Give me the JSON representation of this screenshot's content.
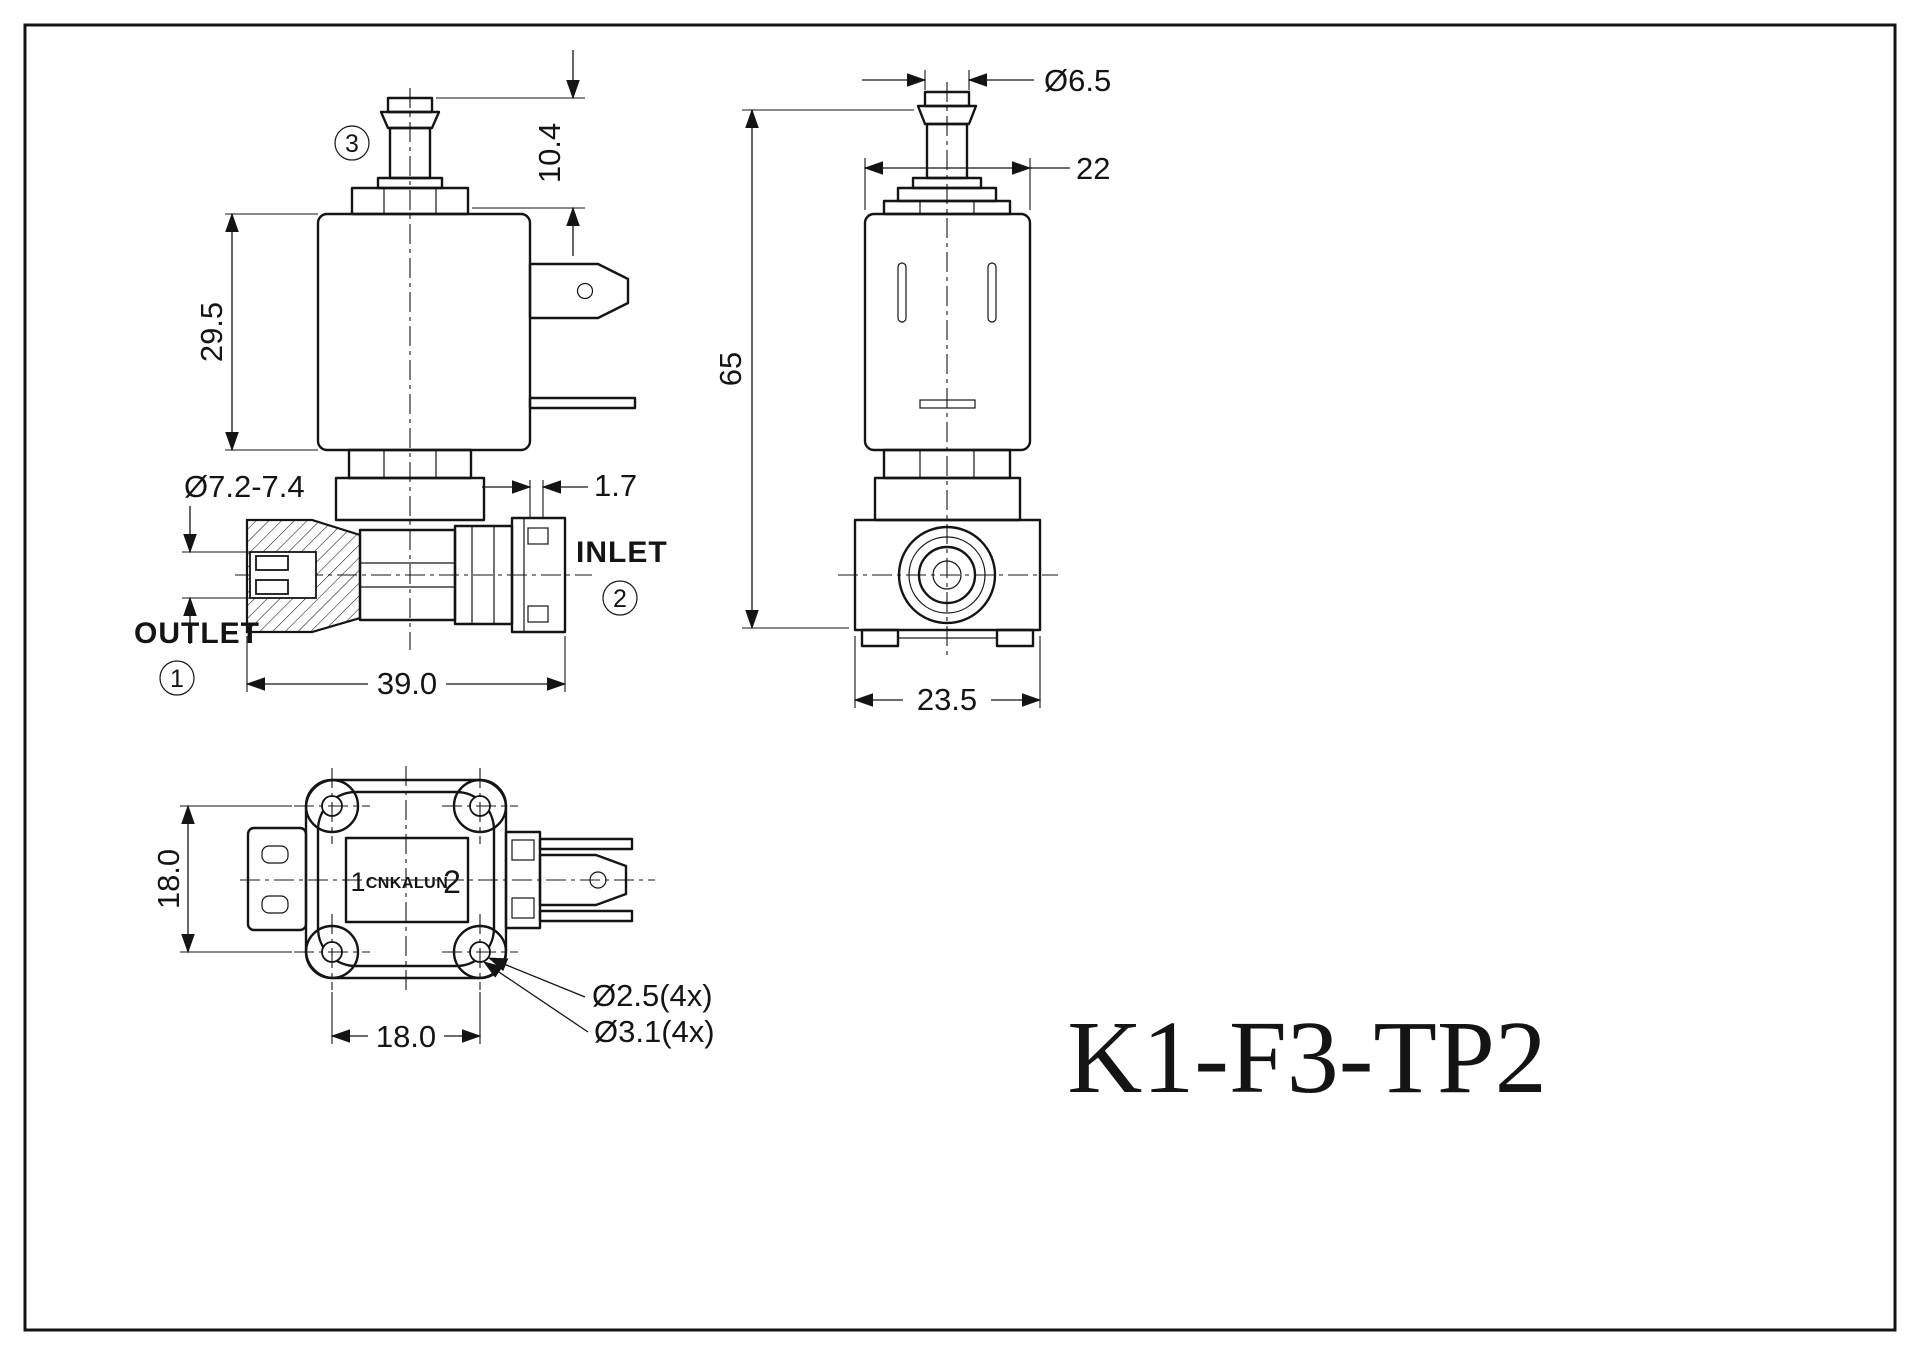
{
  "title": "K1-F3-TP2",
  "front_view": {
    "dim_coil_height": "29.5",
    "dim_barb_length": "10.4",
    "dim_outlet_bore": "Ø7.2-7.4",
    "dim_inlet_lip": "1.7",
    "dim_body_width": "39.0",
    "outlet_label": "OUTLET",
    "inlet_label": "INLET",
    "balloon_outlet": "1",
    "balloon_inlet": "2",
    "balloon_barb": "3"
  },
  "side_view": {
    "dim_barb_dia": "Ø6.5",
    "dim_coil_width": "22",
    "dim_total_height": "65",
    "dim_body_depth": "23.5"
  },
  "bottom_view": {
    "dim_hole_spacing_v": "18.0",
    "dim_hole_spacing_h": "18.0",
    "callout_hole_small": "Ø2.5(4x)",
    "callout_hole_large": "Ø3.1(4x)",
    "marking_left": "1",
    "marking_brand": "CNKALUN",
    "marking_right": "2"
  }
}
